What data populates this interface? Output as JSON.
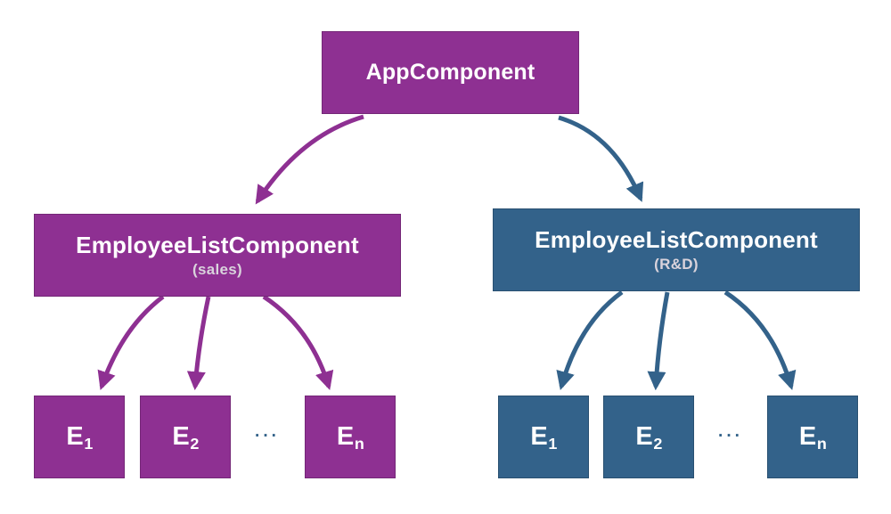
{
  "colors": {
    "purple": "#8E3092",
    "blue": "#33628A",
    "text": "#FFFFFF",
    "subtitle": "#D9D3DC",
    "ellipsis": "#33628A"
  },
  "nodes": {
    "app": {
      "label": "AppComponent"
    },
    "sales_list": {
      "label": "EmployeeListComponent",
      "sublabel": "(sales)"
    },
    "rnd_list": {
      "label": "EmployeeListComponent",
      "sublabel": "(R&D)"
    },
    "sales_leaves": [
      {
        "base": "E",
        "sub": "1"
      },
      {
        "base": "E",
        "sub": "2"
      },
      {
        "base": "E",
        "sub": "n"
      }
    ],
    "rnd_leaves": [
      {
        "base": "E",
        "sub": "1"
      },
      {
        "base": "E",
        "sub": "2"
      },
      {
        "base": "E",
        "sub": "n"
      }
    ],
    "ellipsis": "···"
  }
}
